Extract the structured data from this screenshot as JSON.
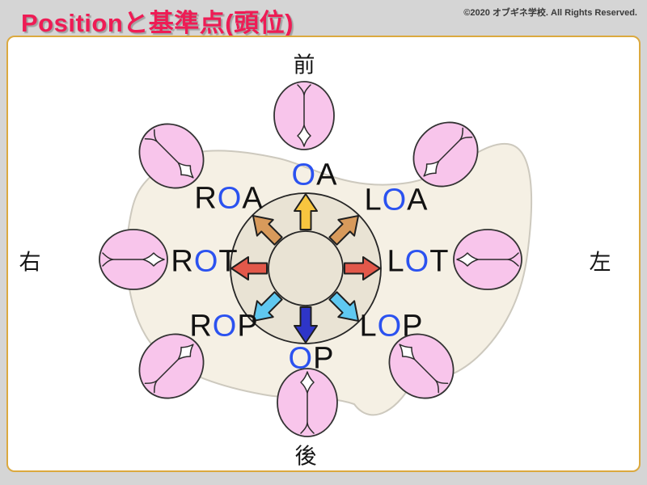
{
  "header": {
    "title": "Positionと基準点(頭位)",
    "copyright": "©2020 オブギネ学校. All Rights Reserved."
  },
  "directions": {
    "top": "前",
    "bottom": "後",
    "left": "右",
    "right": "左"
  },
  "positions": [
    {
      "name": "OA",
      "prefix": "",
      "o": "O",
      "suffix": "A"
    },
    {
      "name": "ROA",
      "prefix": "R",
      "o": "O",
      "suffix": "A"
    },
    {
      "name": "LOA",
      "prefix": "L",
      "o": "O",
      "suffix": "A"
    },
    {
      "name": "ROT",
      "prefix": "R",
      "o": "O",
      "suffix": "T"
    },
    {
      "name": "LOT",
      "prefix": "L",
      "o": "O",
      "suffix": "T"
    },
    {
      "name": "ROP",
      "prefix": "R",
      "o": "O",
      "suffix": "P"
    },
    {
      "name": "LOP",
      "prefix": "L",
      "o": "O",
      "suffix": "P"
    },
    {
      "name": "OP",
      "prefix": "",
      "o": "O",
      "suffix": "P"
    }
  ],
  "colors": {
    "title": "#EE1C55",
    "o_letter": "#2B52F0",
    "label_text": "#121212",
    "background": "#D5D5D5",
    "panel_border": "#DBA93F",
    "blob_fill": "#F5F0E4",
    "wheel_fill": "#E9E3D4",
    "head_fill": "#F8C5EB",
    "fontanelle_fill": "#FFFFFF",
    "arrows": {
      "up": "#F7C53F",
      "up_left": "#D89A5B",
      "up_right": "#D89A5B",
      "left": "#E2584A",
      "right": "#E2584A",
      "down_left": "#5FC8F0",
      "down_right": "#5FC8F0",
      "down": "#2E35C8"
    }
  }
}
